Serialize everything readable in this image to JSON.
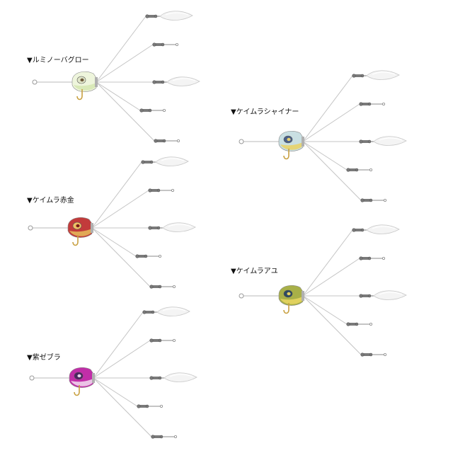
{
  "variants": [
    {
      "label": "▼ルミノーバグロー",
      "head": "#eef5dc",
      "head2": "#d6e8b4",
      "eye": "#e0e6c8",
      "pupil": "#6c5a3a"
    },
    {
      "label": "▼ケイムラシャイナー",
      "head": "#c9dfe2",
      "head2": "#e8d36a",
      "eye": "#4a5f88",
      "pupil": "#e6d070"
    },
    {
      "label": "▼ケイムラ赤金",
      "head": "#c23b3b",
      "head2": "#e4b65a",
      "eye": "#f0c064",
      "pupil": "#7a1a1a"
    },
    {
      "label": "▼ケイムラアユ",
      "head": "#a8b048",
      "head2": "#e6d560",
      "eye": "#2d4a62",
      "pupil": "#e6d060"
    },
    {
      "label": "▼紫ゼブラ",
      "head": "#c12ea8",
      "head2": "#f0d4ec",
      "eye": "#4b2560",
      "pupil": "#ead6ee"
    }
  ]
}
